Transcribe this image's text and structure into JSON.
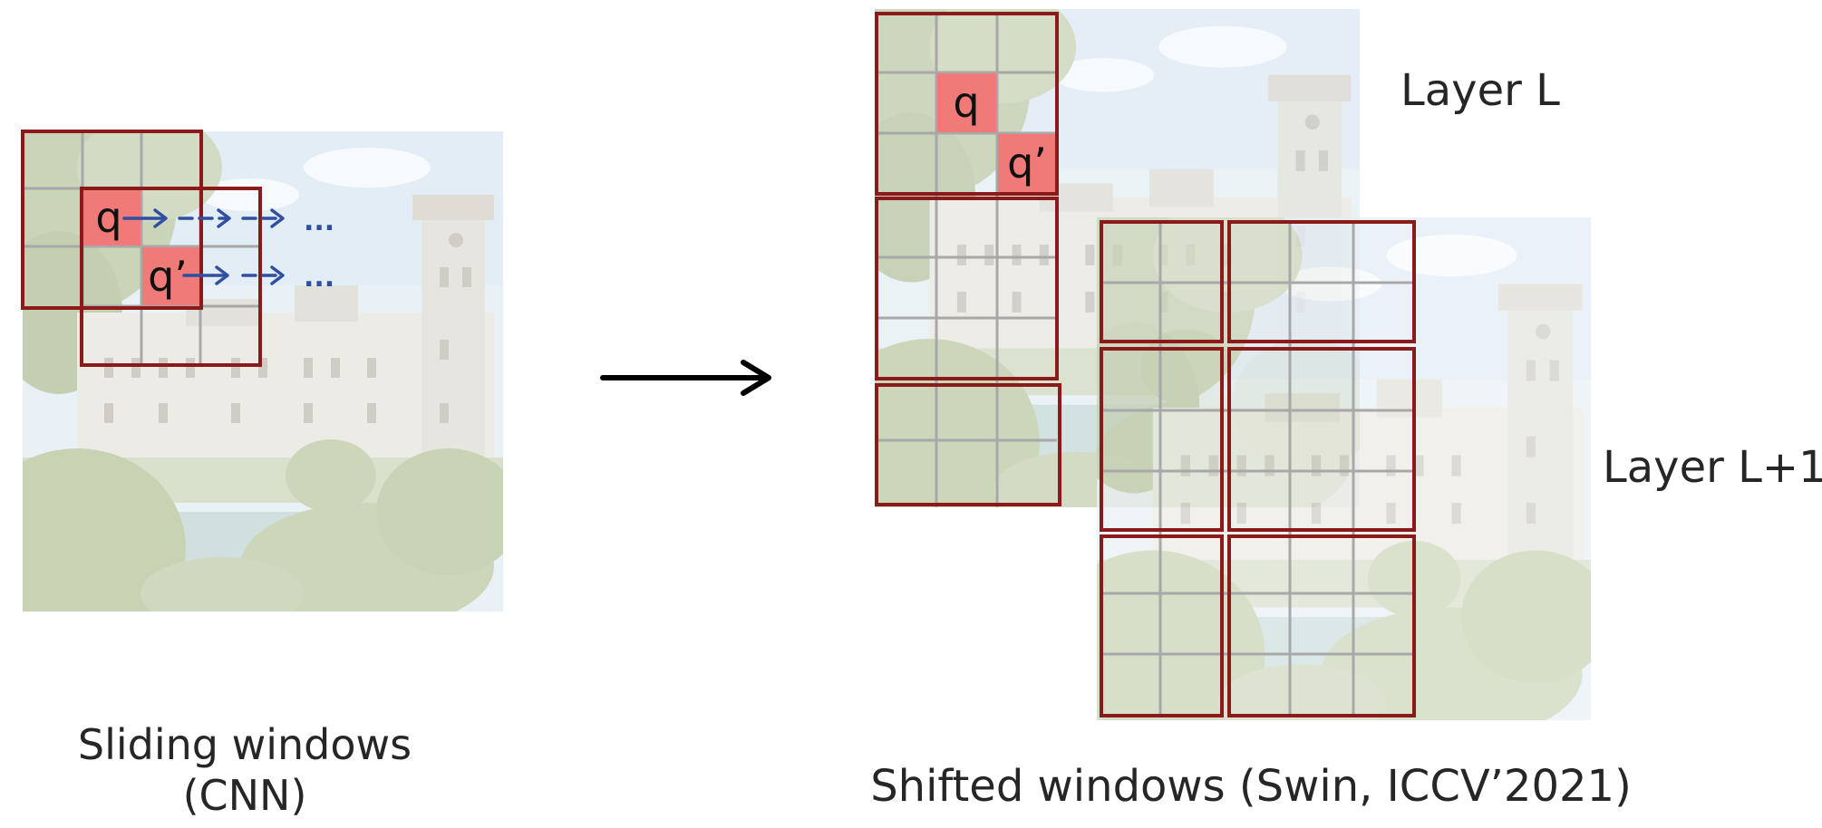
{
  "left_panel": {
    "caption_line1": "Sliding windows",
    "caption_line2": "(CNN)",
    "query_label": "q",
    "query_shifted_label": "q’",
    "ellipsis_row1": "...",
    "ellipsis_row2": "..."
  },
  "right_panel": {
    "layer_l_label": "Layer L",
    "layer_l1_label": "Layer L+1",
    "query_label": "q",
    "query_shifted_label": "q’",
    "caption": "Shifted windows (Swin, ICCV’2021)"
  },
  "colors": {
    "window_border": "#8b1a1a",
    "grid_line": "#a8a8a8",
    "query_fill": "#ef7a78",
    "arrow_blue": "#2f4fa0",
    "main_arrow": "#000000"
  }
}
